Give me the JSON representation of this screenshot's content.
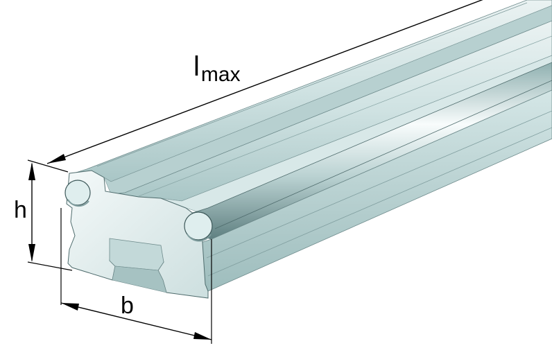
{
  "dimensions": {
    "length": {
      "symbol": "l",
      "subscript": "max"
    },
    "height": {
      "symbol": "h"
    },
    "width": {
      "symbol": "b"
    }
  },
  "colors": {
    "steel_light": "#eef4f4",
    "steel_mid": "#c9dede",
    "steel_dark": "#9fbdbd",
    "steel_shadow": "#7f9d9e",
    "shaft_highlight": "#f7fbfb",
    "shaft_dark": "#6f8f90",
    "line": "#000000"
  }
}
